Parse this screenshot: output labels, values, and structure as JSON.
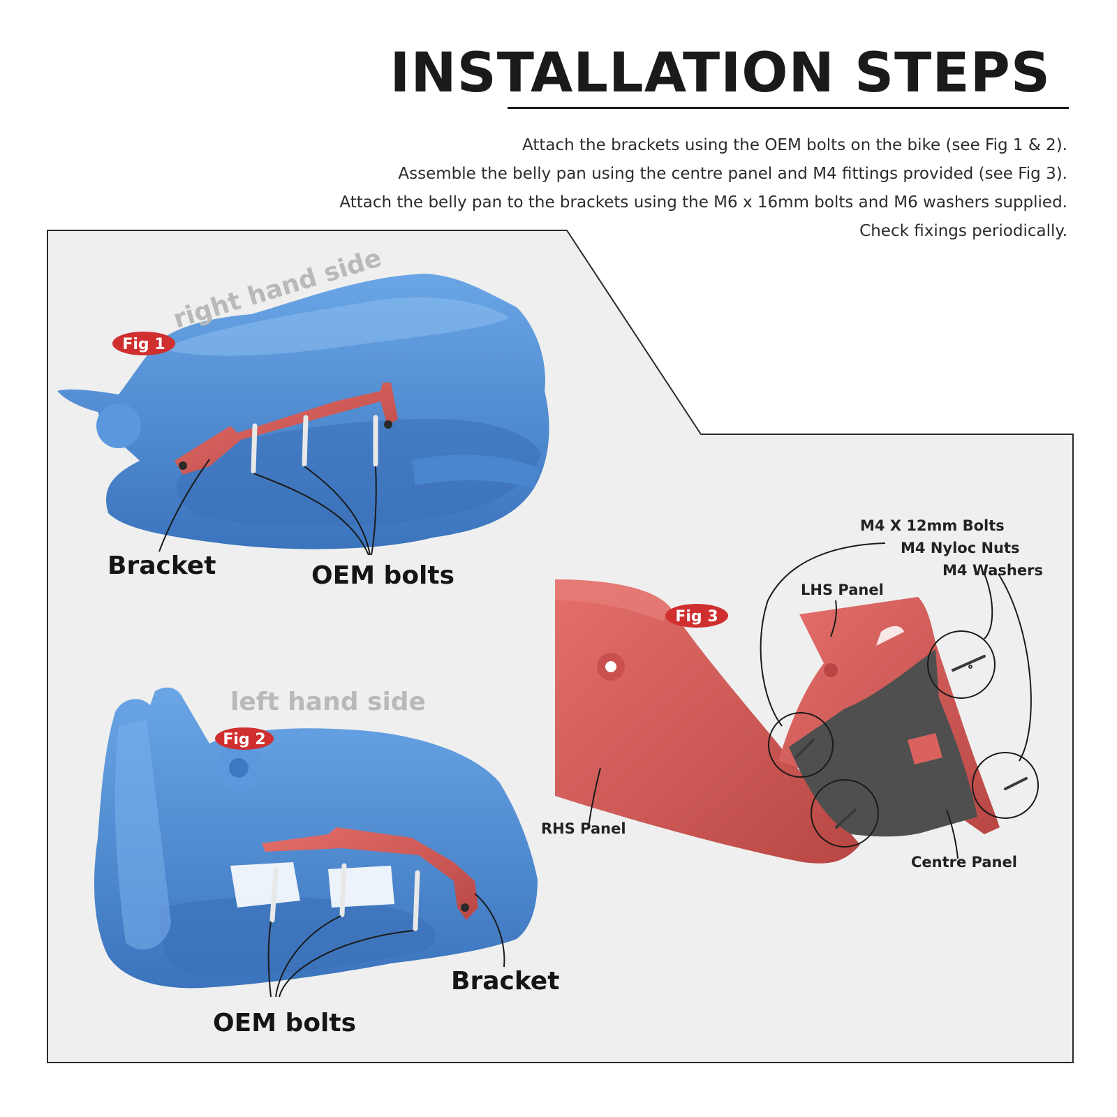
{
  "header": {
    "title": "INSTALLATION STEPS",
    "steps": [
      "Attach the brackets using the OEM bolts on the bike (see Fig 1 & 2).",
      "Assemble the belly pan using the centre panel and M4 fittings provided (see Fig 3).",
      "Attach the belly pan to the brackets using the M6 x 16mm bolts and M6 washers supplied.",
      "Check fixings periodically."
    ]
  },
  "fig1": {
    "badge": "Fig 1",
    "side": "right hand side",
    "bracket": "Bracket",
    "bolts": "OEM bolts"
  },
  "fig2": {
    "badge": "Fig 2",
    "side": "left hand side",
    "bracket": "Bracket",
    "bolts": "OEM bolts"
  },
  "fig3": {
    "badge": "Fig 3",
    "bolts_12mm": "M4 X 12mm Bolts",
    "nyloc_nuts": "M4 Nyloc Nuts",
    "washers": "M4 Washers",
    "lhs_panel": "LHS Panel",
    "rhs_panel": "RHS Panel",
    "centre_panel": "Centre Panel"
  },
  "colors": {
    "engine_blue": "#4f8fd6",
    "bracket_red": "#d9534f",
    "badge_red": "#cf2f2f",
    "panel_bg": "#efefef",
    "pan_red": "#d9625e"
  }
}
